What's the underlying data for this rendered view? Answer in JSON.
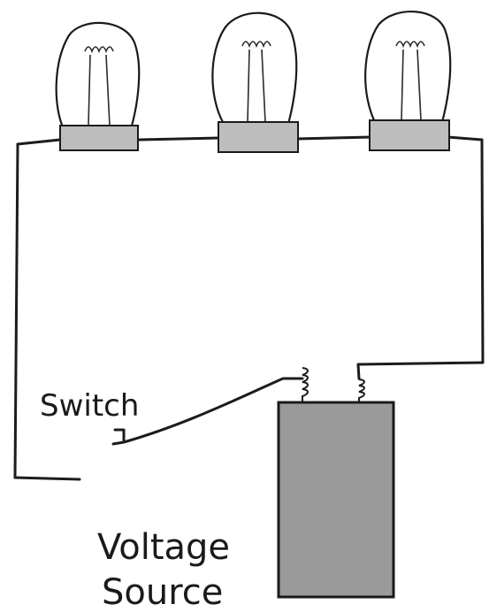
{
  "labels": {
    "switch": "Switch",
    "voltage_line1": "Voltage",
    "voltage_line2": "Source"
  },
  "colors": {
    "ink": "#1a1a1a",
    "shading": "#9a9a9a",
    "bulb_base": "#bdbdbd",
    "paper": "#ffffff"
  },
  "components": {
    "bulbs": 3
  }
}
